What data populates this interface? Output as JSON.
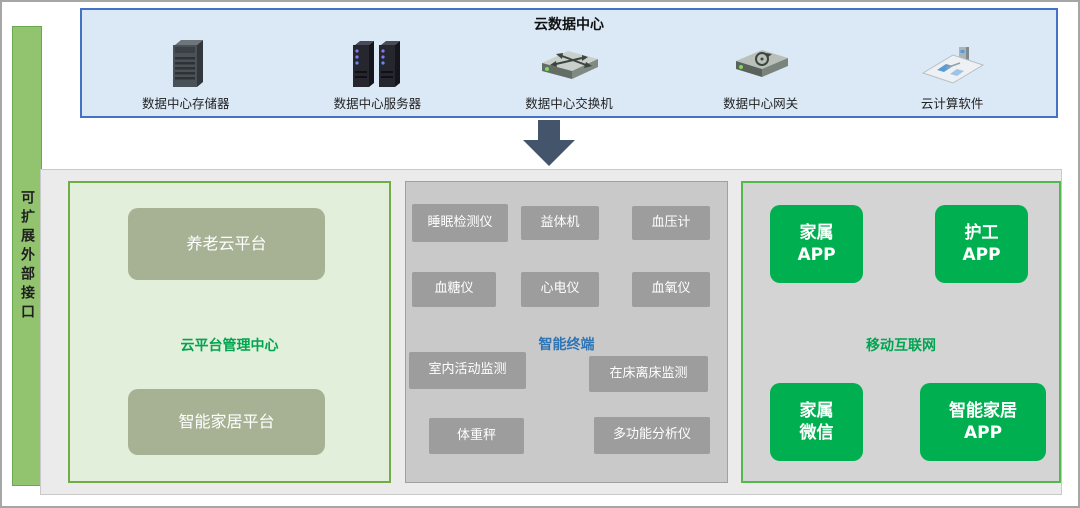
{
  "sidebar": {
    "label": "可扩展外部接口"
  },
  "cloud": {
    "title": "云数据中心",
    "items": [
      {
        "name": "storage",
        "label": "数据中心存储器"
      },
      {
        "name": "server",
        "label": "数据中心服务器"
      },
      {
        "name": "switch",
        "label": "数据中心交换机"
      },
      {
        "name": "gateway",
        "label": "数据中心网关"
      },
      {
        "name": "cloud-software",
        "label": "云计算软件"
      }
    ]
  },
  "panels": {
    "platform": {
      "title": "云平台管理中心",
      "buttons": [
        "养老云平台",
        "智能家居平台"
      ]
    },
    "terminals": {
      "title": "智能终端",
      "buttons": [
        "睡眠检测仪",
        "益体机",
        "血压计",
        "血糖仪",
        "心电仪",
        "血氧仪",
        "室内活动监测",
        "在床离床监测",
        "体重秤",
        "多功能分析仪"
      ]
    },
    "mobile": {
      "title": "移动互联网",
      "buttons": [
        "家属\nAPP",
        "护工\nAPP",
        "家属\n微信",
        "智能家居\nAPP"
      ]
    }
  },
  "colors": {
    "cloud_fill": "#dbe9f6",
    "cloud_border": "#4472c4",
    "sidebar_green": "#92c46f",
    "platform_fill": "#e2efda",
    "platform_border": "#70ad47",
    "platform_title_green": "#00a550",
    "terminals_title_blue": "#2e75b6",
    "mobile_title_green": "#00a550",
    "button_sage": "#a6b293",
    "button_gray": "#9d9d9d",
    "button_green": "#00b050",
    "arrow": "#44546a"
  }
}
